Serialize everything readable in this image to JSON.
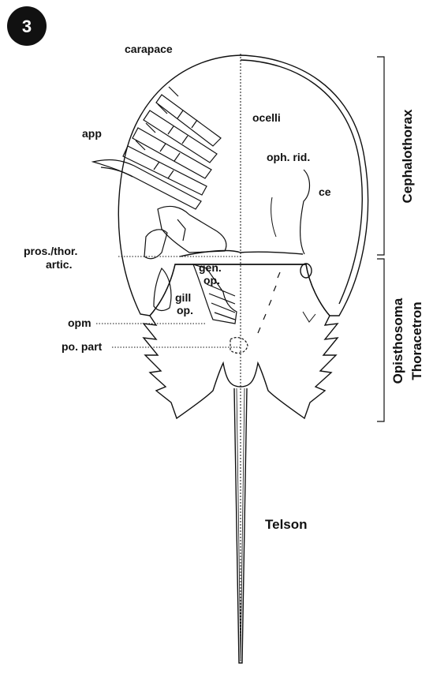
{
  "figure_number": "3",
  "labels": {
    "carapace": "carapace",
    "ocelli": "ocelli",
    "app": "app",
    "oph_rid": "oph. rid.",
    "ce": "ce",
    "pros_thor_1": "pros./thor.",
    "pros_thor_2": "artic.",
    "gen_op_1": "gen.",
    "gen_op_2": "op.",
    "gill_op_1": "gill",
    "gill_op_2": "op.",
    "opm": "opm",
    "po_part": "po. part",
    "telson": "Telson"
  },
  "regions": {
    "cephalothorax": "Cephalothorax",
    "opisthosoma": "Opisthosoma",
    "thoracetron": "Thoracetron"
  }
}
